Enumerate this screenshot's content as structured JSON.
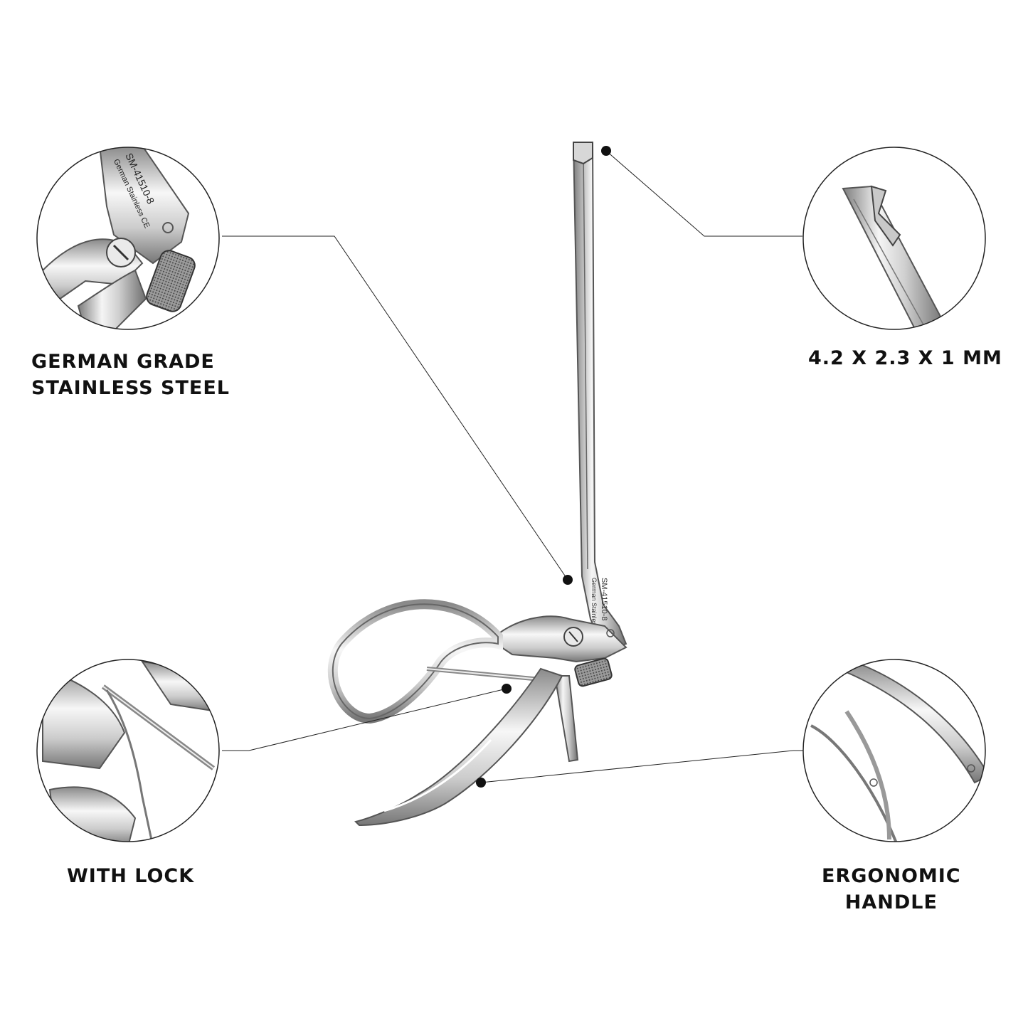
{
  "features": {
    "steel": {
      "line1": "GERMAN GRADE",
      "line2": "STAINLESS STEEL"
    },
    "dimensions": {
      "label": "4.2 X 2.3 X 1 MM"
    },
    "lock": {
      "label": "WITH LOCK"
    },
    "handle": {
      "line1": "ERGONOMIC",
      "line2": "HANDLE"
    }
  },
  "engraving": {
    "model": "SM-41510-8",
    "brand": "German Stainless",
    "cert": "CE"
  },
  "colors": {
    "background": "#ffffff",
    "text": "#111111",
    "steel_light": "#f2f2f2",
    "steel_dark": "#8a8a8a",
    "leader_line": "#222222"
  },
  "icons": [
    "pointer-dot-icon",
    "zoom-circle-icon"
  ]
}
